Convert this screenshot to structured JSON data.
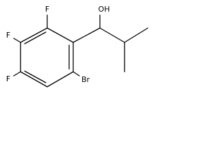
{
  "atoms": {
    "hydroxyl": "OH",
    "fluorine_top": "F",
    "fluorine_left": "F",
    "fluorine_bottom": "F",
    "bromine": "Br"
  },
  "colors": {
    "bond": "#000000",
    "label": "#000000",
    "background": "#ffffff"
  }
}
